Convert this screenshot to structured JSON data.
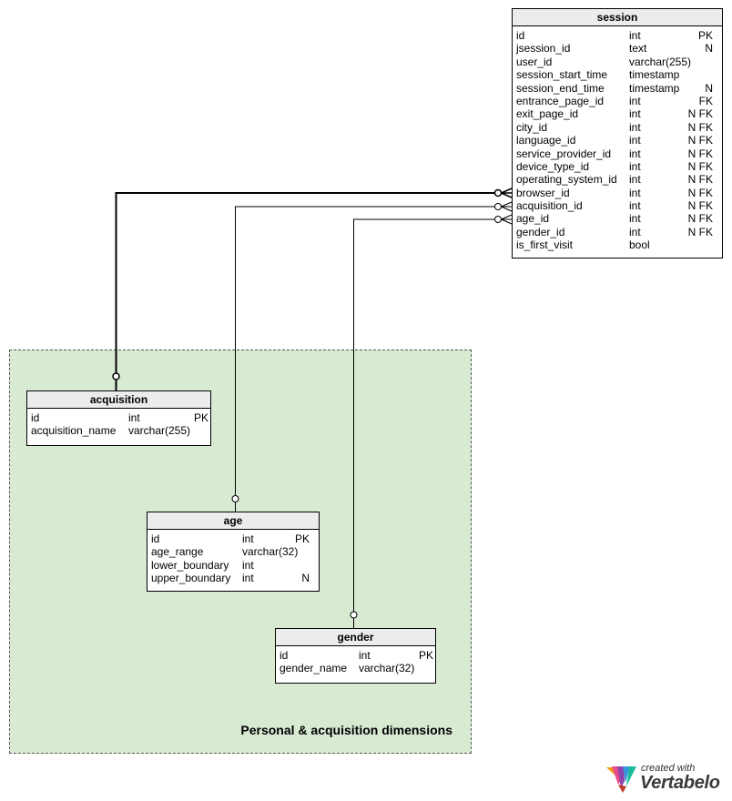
{
  "area": {
    "label": "Personal & acquisition dimensions"
  },
  "tables": {
    "session": {
      "name": "session",
      "columns": [
        {
          "name": "id",
          "type": "int",
          "flags": "PK"
        },
        {
          "name": "jsession_id",
          "type": "text",
          "flags": "N"
        },
        {
          "name": "user_id",
          "type": "varchar(255)",
          "flags": ""
        },
        {
          "name": "session_start_time",
          "type": "timestamp",
          "flags": ""
        },
        {
          "name": "session_end_time",
          "type": "timestamp",
          "flags": "N"
        },
        {
          "name": "entrance_page_id",
          "type": "int",
          "flags": "FK"
        },
        {
          "name": "exit_page_id",
          "type": "int",
          "flags": "N FK"
        },
        {
          "name": "city_id",
          "type": "int",
          "flags": "N FK"
        },
        {
          "name": "language_id",
          "type": "int",
          "flags": "N FK"
        },
        {
          "name": "service_provider_id",
          "type": "int",
          "flags": "N FK"
        },
        {
          "name": "device_type_id",
          "type": "int",
          "flags": "N FK"
        },
        {
          "name": "operating_system_id",
          "type": "int",
          "flags": "N FK"
        },
        {
          "name": "browser_id",
          "type": "int",
          "flags": "N FK"
        },
        {
          "name": "acquisition_id",
          "type": "int",
          "flags": "N FK"
        },
        {
          "name": "age_id",
          "type": "int",
          "flags": "N FK"
        },
        {
          "name": "gender_id",
          "type": "int",
          "flags": "N FK"
        },
        {
          "name": "is_first_visit",
          "type": "bool",
          "flags": ""
        }
      ]
    },
    "acquisition": {
      "name": "acquisition",
      "columns": [
        {
          "name": "id",
          "type": "int",
          "flags": "PK"
        },
        {
          "name": "acquisition_name",
          "type": "varchar(255)",
          "flags": ""
        }
      ]
    },
    "age": {
      "name": "age",
      "columns": [
        {
          "name": "id",
          "type": "int",
          "flags": "PK"
        },
        {
          "name": "age_range",
          "type": "varchar(32)",
          "flags": ""
        },
        {
          "name": "lower_boundary",
          "type": "int",
          "flags": ""
        },
        {
          "name": "upper_boundary",
          "type": "int",
          "flags": "N"
        }
      ]
    },
    "gender": {
      "name": "gender",
      "columns": [
        {
          "name": "id",
          "type": "int",
          "flags": "PK"
        },
        {
          "name": "gender_name",
          "type": "varchar(32)",
          "flags": ""
        }
      ]
    }
  },
  "relationships": [
    {
      "from": "session.browser_id",
      "to": "acquisition",
      "style": "bold"
    },
    {
      "from": "session.acquisition_id",
      "to": "age",
      "style": "thin"
    },
    {
      "from": "session.age_id",
      "to": "gender",
      "style": "thin"
    }
  ],
  "branding": {
    "small": "created with",
    "big": "Vertabelo"
  }
}
